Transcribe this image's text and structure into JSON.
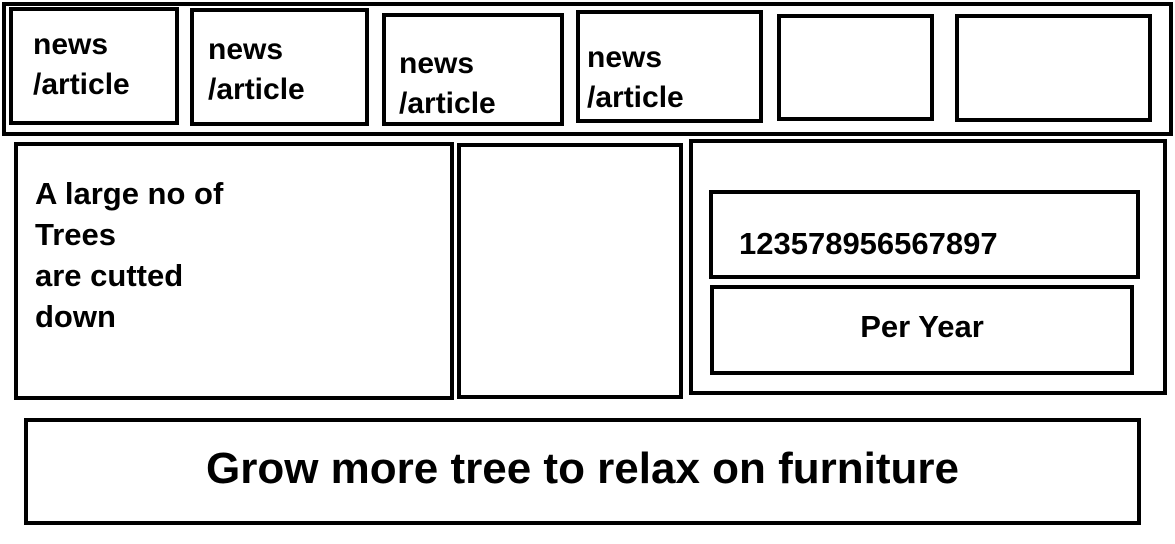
{
  "news_bar": {
    "items": [
      {
        "label": "news\n/article"
      },
      {
        "label": "news\n/article"
      },
      {
        "label": "news\n/article"
      },
      {
        "label": "news\n/article"
      },
      {
        "label": ""
      },
      {
        "label": ""
      }
    ]
  },
  "content": {
    "fact_text": "A large no of\nTrees\nare cutted\ndown",
    "counter_value": "123578956567897",
    "counter_unit": "Per Year"
  },
  "banner": {
    "text": "Grow more tree to relax on furniture"
  }
}
